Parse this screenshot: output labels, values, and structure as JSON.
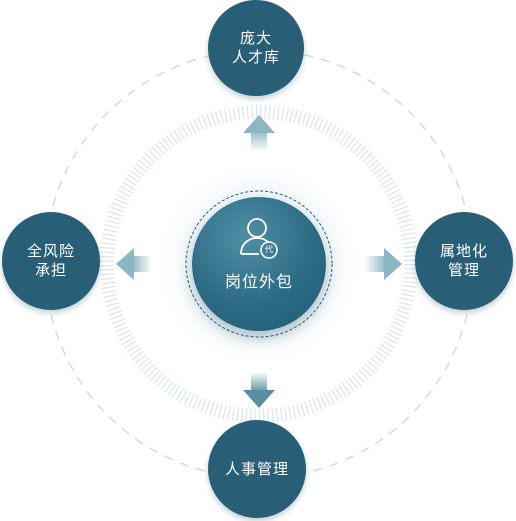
{
  "center": {
    "label": "岗位外包",
    "badge": "代"
  },
  "nodes": {
    "top": {
      "line1": "庞大",
      "line2": "人才库"
    },
    "right": {
      "line1": "属地化",
      "line2": "管理"
    },
    "bottom": {
      "line1": "人事管理"
    },
    "left": {
      "line1": "全风险",
      "line2": "承担"
    }
  },
  "colors": {
    "node_fill": "#285f77",
    "core_fill": "#2d6b84",
    "arrow": "#9fc3cf",
    "ring_dash": "#cfd6da",
    "tick_ring": "#dde8ec",
    "glow": "#f1f7f9"
  },
  "icons": {
    "center": "person-icon",
    "arrows": "arrow-icon"
  }
}
